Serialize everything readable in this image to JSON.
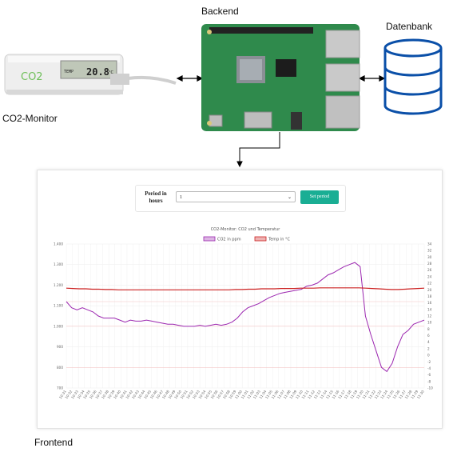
{
  "labels": {
    "backend": "Backend",
    "database": "Datenbank",
    "monitor": "CO2-Monitor",
    "frontend": "Frontend"
  },
  "monitor_display": {
    "brand": "CO2",
    "mode": "TEMP",
    "value": "20.8",
    "unit": "°C"
  },
  "form": {
    "label": "Period in hours",
    "select_value": "1",
    "button": "Set period"
  },
  "colors": {
    "co2": "#9c27b0",
    "temp": "#cc2222",
    "button": "#1aae94",
    "board": "#2f8a4c"
  },
  "chart_data": {
    "type": "line",
    "title": "CO2-Monitor: CO2 und Temperatur",
    "legend": [
      "CO2 in ppm",
      "Temp in °C"
    ],
    "legend_position": "top",
    "y_left_ticks": [
      "1.400",
      "1.300",
      "1.200",
      "1.100",
      "1.000",
      "900",
      "800",
      "700"
    ],
    "y_right_ticks": [
      "34",
      "32",
      "30",
      "28",
      "26",
      "24",
      "22",
      "20",
      "18",
      "16",
      "14",
      "12",
      "10",
      "8",
      "6",
      "4",
      "2",
      "0",
      "-2",
      "-4",
      "-6",
      "-8",
      "-10"
    ],
    "ylim_left": [
      700,
      1400
    ],
    "ylim_right": [
      -10,
      34
    ],
    "grid": true,
    "x": [
      "10:31",
      "10:32",
      "10:33",
      "10:34",
      "10:35",
      "10:36",
      "10:37",
      "10:38",
      "10:39",
      "10:40",
      "10:41",
      "10:42",
      "10:43",
      "10:44",
      "10:45",
      "10:46",
      "10:47",
      "10:48",
      "10:49",
      "10:50",
      "10:51",
      "10:52",
      "10:53",
      "10:54",
      "10:55",
      "10:56",
      "10:57",
      "10:58",
      "10:59",
      "11:00",
      "11:01",
      "11:02",
      "11:03",
      "11:04",
      "11:05",
      "11:06",
      "11:07",
      "11:08",
      "11:09",
      "11:10",
      "11:11",
      "11:12",
      "11:13",
      "11:14",
      "11:15",
      "11:16",
      "11:17",
      "11:18",
      "11:19",
      "11:20",
      "11:21",
      "11:22",
      "11:23",
      "11:24",
      "11:25",
      "11:26",
      "11:27",
      "11:28",
      "11:29",
      "11:30"
    ],
    "series": [
      {
        "name": "CO2 in ppm",
        "axis": "left",
        "values": [
          1120,
          1090,
          1080,
          1090,
          1080,
          1070,
          1050,
          1040,
          1040,
          1040,
          1030,
          1020,
          1030,
          1025,
          1025,
          1030,
          1025,
          1020,
          1015,
          1010,
          1010,
          1005,
          1000,
          1000,
          1000,
          1005,
          1000,
          1005,
          1010,
          1005,
          1010,
          1020,
          1040,
          1070,
          1090,
          1100,
          1110,
          1125,
          1140,
          1150,
          1160,
          1165,
          1170,
          1175,
          1180,
          1195,
          1200,
          1210,
          1230,
          1250,
          1260,
          1275,
          1290,
          1300,
          1310,
          1290,
          1050,
          960,
          880,
          800,
          780,
          820,
          900,
          960,
          980,
          1010,
          1020,
          1030
        ]
      },
      {
        "name": "Temp in °C",
        "axis": "right",
        "values": [
          20.5,
          20.4,
          20.3,
          20.3,
          20.2,
          20.2,
          20.1,
          20.1,
          20.0,
          20.0,
          20.0,
          20.0,
          20.0,
          20.0,
          20.0,
          20.0,
          20.0,
          20.0,
          20.0,
          20.0,
          20.0,
          20.0,
          20.0,
          20.0,
          20.0,
          20.0,
          20.1,
          20.1,
          20.2,
          20.2,
          20.3,
          20.3,
          20.3,
          20.4,
          20.4,
          20.4,
          20.5,
          20.5,
          20.5,
          20.6,
          20.6,
          20.6,
          20.6,
          20.6,
          20.6,
          20.6,
          20.5,
          20.4,
          20.3,
          20.2,
          20.1,
          20.1,
          20.2,
          20.3,
          20.4,
          20.5
        ]
      }
    ]
  }
}
